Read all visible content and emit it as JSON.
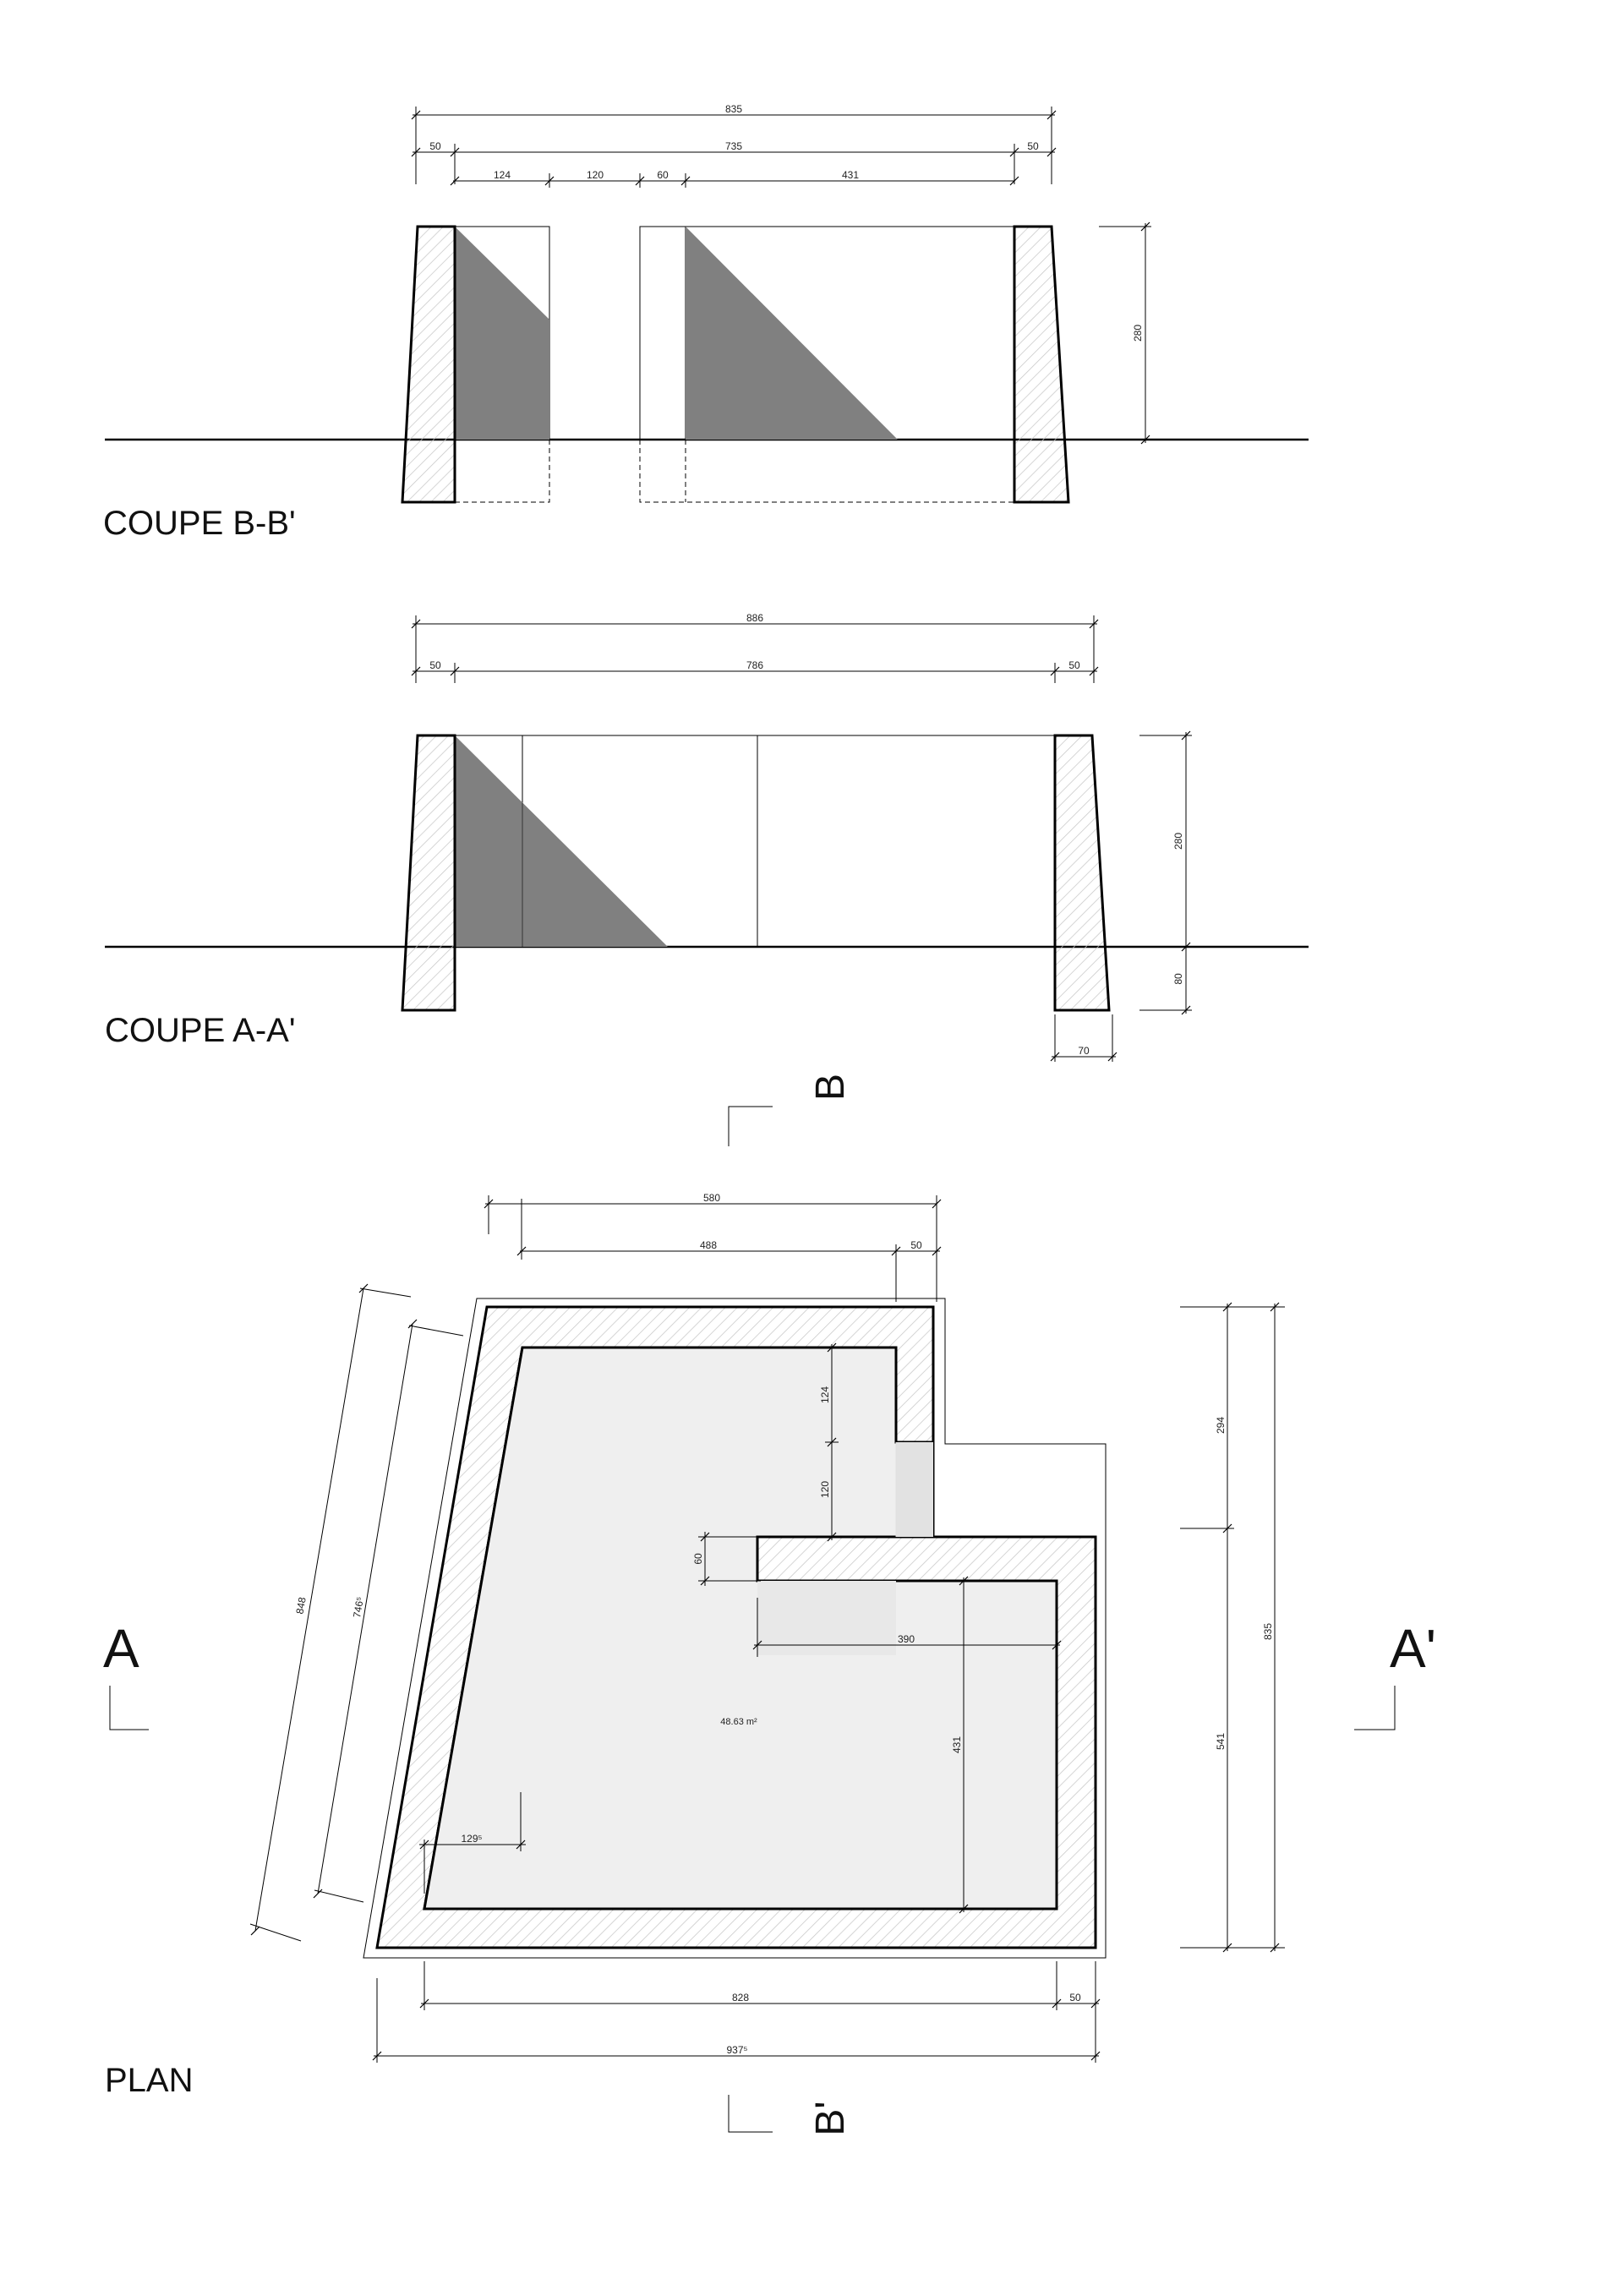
{
  "section_bb": {
    "title": "COUPE B-B'",
    "dims": {
      "overall": "835",
      "left_wall": "50",
      "inner": "735",
      "right_wall": "50",
      "d124": "124",
      "d120": "120",
      "d60": "60",
      "d431": "431",
      "height": "280"
    }
  },
  "section_aa": {
    "title": "COUPE A-A'",
    "dims": {
      "overall": "886",
      "left_wall": "50",
      "inner": "786",
      "right_wall": "50",
      "height": "280",
      "depth": "80",
      "base": "70"
    }
  },
  "plan": {
    "title": "PLAN",
    "area": "48.63 m²",
    "dims": {
      "top_overall": "580",
      "top_inner": "488",
      "top_wall": "50",
      "d124": "124",
      "d120": "120",
      "d60": "60",
      "d390": "390",
      "d431": "431",
      "diag_outer": "848",
      "diag_inner": "746⁵",
      "d129": "129⁵",
      "bottom_inner": "828",
      "bottom_wall": "50",
      "bottom_overall": "937⁵",
      "right_upper": "294",
      "right_lower": "541",
      "right_overall": "835"
    }
  },
  "section_marks": {
    "a": "A",
    "a_prime": "A'",
    "b": "B",
    "b_prime": "B'"
  },
  "colors": {
    "fill_dark": "#808080",
    "fill_light": "#efefef",
    "line": "#000000"
  }
}
